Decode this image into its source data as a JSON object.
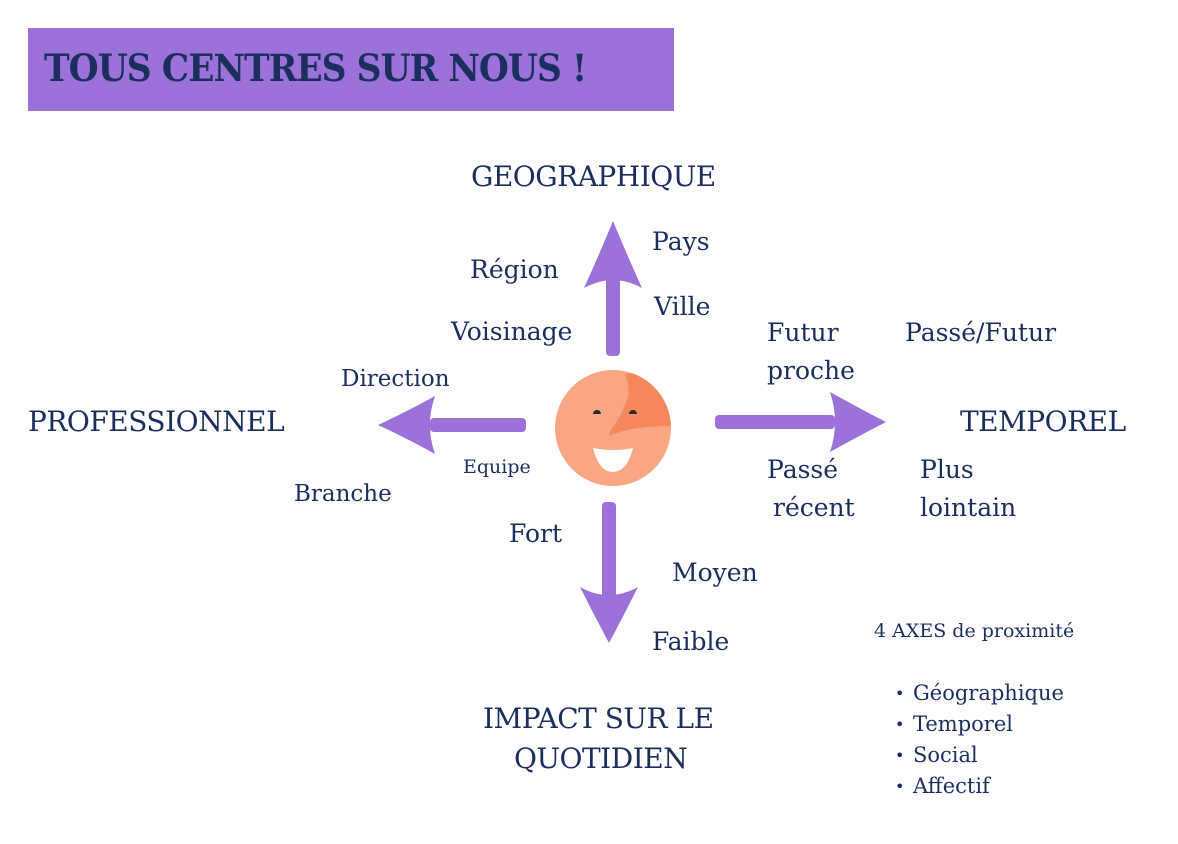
{
  "title": "TOUS CENTRES SUR NOUS !",
  "colors": {
    "title_bg": "#9d71da",
    "arrow": "#9d71da",
    "text": "#1b2f5e",
    "face": "#f9a684",
    "face_shade": "#f6885c"
  },
  "center_icon": "smiley-face-icon",
  "axes": {
    "top": {
      "title": "GEOGRAPHIQUE",
      "labels": [
        "Pays",
        "Région",
        "Ville",
        "Voisinage"
      ]
    },
    "right": {
      "title": "TEMPOREL",
      "labels": {
        "futur_proche": [
          "Futur",
          "proche"
        ],
        "passe_futur": "Passé/Futur",
        "passe_recent": [
          "Passé",
          "récent"
        ],
        "plus_lointain": [
          "Plus",
          "lointain"
        ]
      }
    },
    "left": {
      "title": "PROFESSIONNEL",
      "labels": [
        "Direction",
        "Equipe",
        "Branche"
      ]
    },
    "bottom": {
      "title_lines": [
        "IMPACT SUR LE",
        "QUOTIDIEN"
      ],
      "labels": [
        "Fort",
        "Moyen",
        "Faible"
      ]
    }
  },
  "legend": {
    "heading": "4 AXES de proximité",
    "items": [
      "Géographique",
      "Temporel",
      "Social",
      "Affectif"
    ]
  }
}
